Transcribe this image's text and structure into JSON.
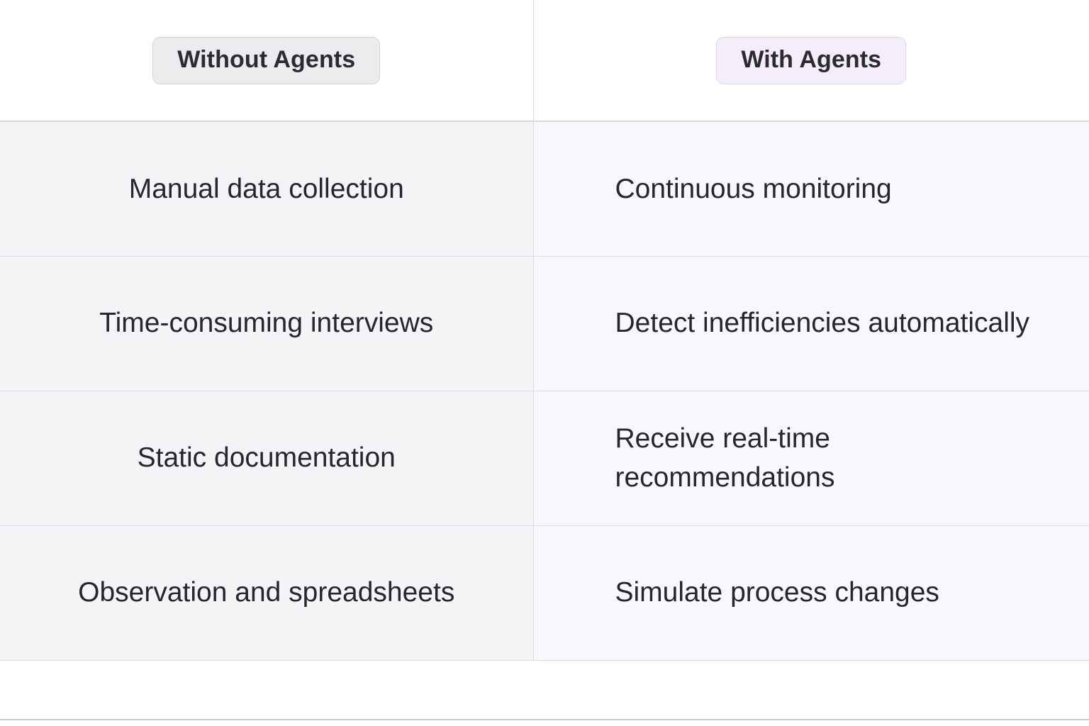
{
  "table": {
    "columns": [
      {
        "id": "without-agents",
        "label": "Without Agents",
        "badge_style": "neutral",
        "align": "center"
      },
      {
        "id": "with-agents",
        "label": "With Agents",
        "badge_style": "accent",
        "align": "left"
      }
    ],
    "rows": [
      {
        "without": "Manual data collection",
        "with": "Continuous monitoring"
      },
      {
        "without": "Time-consuming interviews",
        "with": "Detect inefficiencies automatically"
      },
      {
        "without": "Static documentation",
        "with": "Receive real-time recommendations"
      },
      {
        "without": "Observation and spreadsheets",
        "with": "Simulate process changes"
      }
    ],
    "trailing_row": {
      "without": "",
      "with": ""
    }
  },
  "colors": {
    "page_background": "#ffffff",
    "left_cell_background": "#f4f4f6",
    "right_cell_background": "#f9f7fc",
    "left_badge_background": "#ececee",
    "left_badge_border": "#d3d3d8",
    "right_badge_background": "#f4eefb",
    "right_badge_border": "#dfd6ea",
    "text": "#26262b",
    "heading_text": "#2b2b30",
    "grid_line": "#dddde1",
    "column_divider": "#d8d8dd"
  }
}
